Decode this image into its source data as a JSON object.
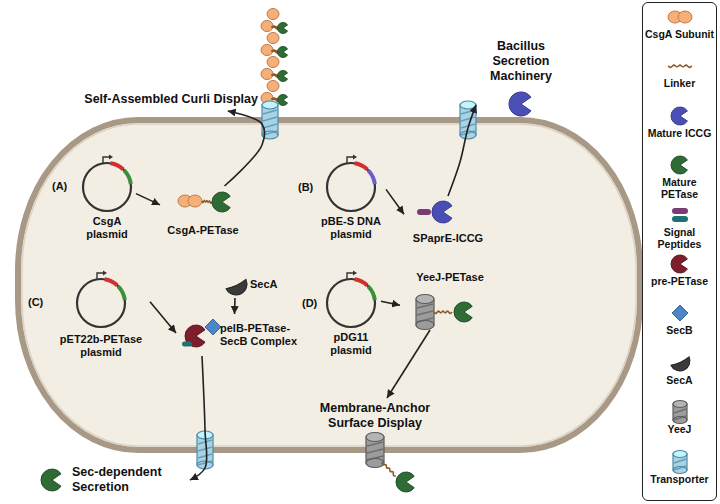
{
  "diagram": {
    "nodes": [
      {
        "text": [
          "CsgA plasmid"
        ]
      },
      {
        "text": [
          "CsgA-PETase"
        ]
      },
      {
        "text": [
          "Self-Assembled Curli Display"
        ]
      },
      {
        "text": [
          "pBE-S DNA plasmid"
        ]
      },
      {
        "text": [
          "SPaprE-ICCG"
        ]
      },
      {
        "text": [
          "Bacillus Secretion Machinery"
        ]
      },
      {
        "text": [
          "pET22b-PETase plasmid"
        ]
      },
      {
        "text": [
          "SecA"
        ]
      },
      {
        "text": [
          "pelB-PETase-SecB Complex"
        ]
      },
      {
        "text": [
          "Sec-dependent Secretion"
        ]
      },
      {
        "text": [
          "pDG11 plasmid"
        ]
      },
      {
        "text": [
          "YeeJ-PETase"
        ]
      },
      {
        "text": [
          "Membrane-Anchor Surface Display"
        ]
      }
    ],
    "edges": [
      {
        "from": 0,
        "to": 1,
        "arrow": "to"
      },
      {
        "from": 1,
        "to": 2,
        "arrow": "to"
      },
      {
        "from": 3,
        "to": 4,
        "arrow": "to"
      },
      {
        "from": 4,
        "to": 5,
        "arrow": "to"
      },
      {
        "from": 6,
        "to": 8,
        "arrow": "to"
      },
      {
        "from": 7,
        "to": 8,
        "arrow": "to"
      },
      {
        "from": 8,
        "to": 9,
        "arrow": "to"
      },
      {
        "from": 10,
        "to": 11,
        "arrow": "to"
      },
      {
        "from": 11,
        "to": 12,
        "arrow": "to"
      }
    ],
    "labels": [
      "(A)",
      "(B)",
      "(C)",
      "(D)"
    ],
    "legend": [
      {
        "text": "CsgA Subunit"
      },
      {
        "text": "Linker"
      },
      {
        "text": "Mature ICCG"
      },
      {
        "text": "Mature PETase"
      },
      {
        "text": "Signal Peptides"
      },
      {
        "text": "pre-PETase"
      },
      {
        "text": "SecB"
      },
      {
        "text": "SecA"
      },
      {
        "text": "YeeJ"
      },
      {
        "text": "Transporter"
      }
    ]
  }
}
